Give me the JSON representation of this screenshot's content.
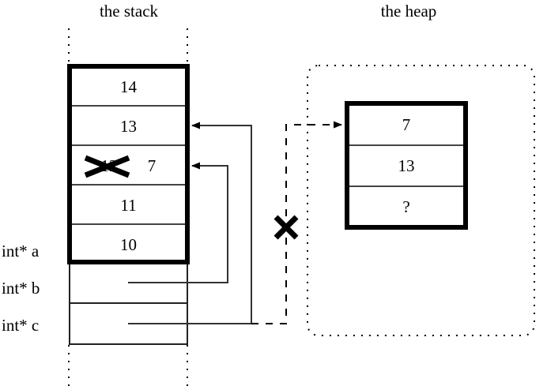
{
  "diagram": {
    "title_stack": "the stack",
    "title_heap": "the heap",
    "accent_color": "#000000",
    "background_color": "#ffffff"
  },
  "stack": {
    "label": "the stack",
    "cells": [
      {
        "value": "14",
        "name": "stack-cell-14"
      },
      {
        "value": "13",
        "name": "stack-cell-13"
      },
      {
        "value": "12",
        "name": "stack-cell-12-crossed",
        "struck": true,
        "replacement": "7"
      },
      {
        "value": "11",
        "name": "stack-cell-11"
      },
      {
        "value": "10",
        "name": "stack-cell-10"
      }
    ],
    "struck_value": "12",
    "new_value": "7",
    "pointer_vars": [
      {
        "label": "int* a",
        "name": "pointer-var-a"
      },
      {
        "label": "int* b",
        "name": "pointer-var-b"
      },
      {
        "label": "int* c",
        "name": "pointer-var-c"
      }
    ]
  },
  "heap": {
    "label": "the heap",
    "cells": [
      {
        "value": "7",
        "name": "heap-cell-7"
      },
      {
        "value": "13",
        "name": "heap-cell-13"
      },
      {
        "value": "?",
        "name": "heap-cell-unknown"
      }
    ]
  },
  "annotations": {
    "cross_out_value_mark": "x-mark-over-value",
    "cross_out_heap_pointer_mark": "x-mark-over-heap-pointer"
  }
}
